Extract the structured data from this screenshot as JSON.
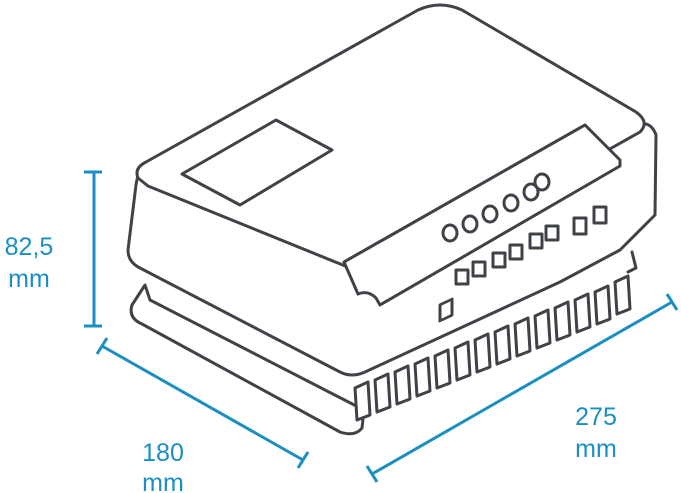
{
  "figure": {
    "subject": "solar-charge-controller",
    "colors": {
      "outline": "#3f4348",
      "dimension": "#1b8ec2",
      "background": "#ffffff"
    }
  },
  "dimensions": {
    "height": {
      "value": "82,5",
      "unit": "mm"
    },
    "depth": {
      "value": "180",
      "unit": "mm"
    },
    "width": {
      "value": "275",
      "unit": "mm"
    }
  }
}
